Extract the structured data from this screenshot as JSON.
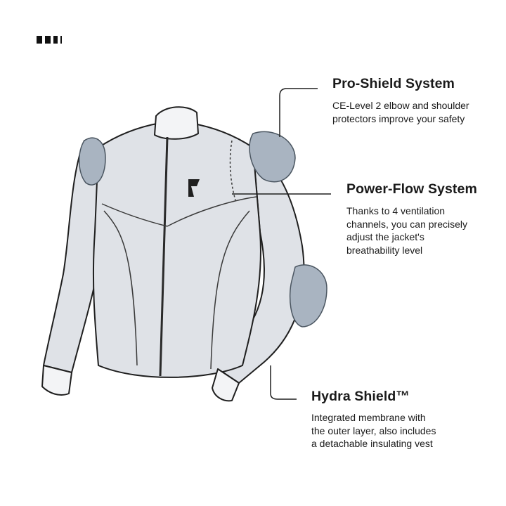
{
  "brand": {
    "logo": "brand-bars-logo"
  },
  "callouts": [
    {
      "title": "Pro-Shield System",
      "lines": [
        "CE-Level 2 elbow and shoulder",
        "protectors improve your safety"
      ]
    },
    {
      "title": "Power-Flow System",
      "lines": [
        "Thanks to 4 ventilation",
        "channels, you can precisely",
        "adjust the jacket's",
        "breathability level"
      ]
    },
    {
      "title": "Hydra Shield™",
      "lines": [
        "Integrated membrane with",
        "the outer layer, also includes",
        "a detachable insulating vest"
      ]
    }
  ],
  "colors": {
    "jacket": "#dfe2e7",
    "pads": "#a9b4c1",
    "outline": "#1f1f1f",
    "text": "#1a1a1a"
  }
}
